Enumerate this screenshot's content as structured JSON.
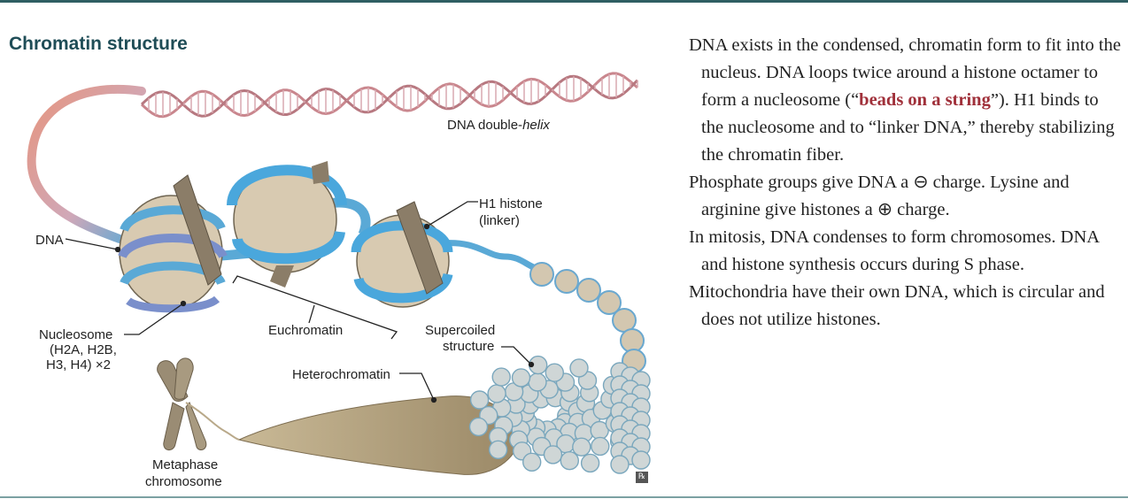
{
  "title": "Chromatin structure",
  "diagram": {
    "labels": {
      "dna_double_helix_prefix": "DNA double-",
      "dna_double_helix_suffix": "helix",
      "h1_histone_line1": "H1 histone",
      "h1_histone_line2": "(linker)",
      "dna": "DNA",
      "nucleosome_line1": "Nucleosome",
      "nucleosome_line2": "(H2A, H2B,",
      "nucleosome_line3": "H3, H4) ×2",
      "euchromatin": "Euchromatin",
      "supercoiled_line1": "Supercoiled",
      "supercoiled_line2": "structure",
      "heterochromatin": "Heterochromatin",
      "metaphase_line1": "Metaphase",
      "metaphase_line2": "chromosome"
    },
    "logo": "℞",
    "colors": {
      "dna_strand": "#c9868d",
      "dna_salmon": "#e6957f",
      "dna_blue": "#5aa9d6",
      "histone_core": "#d8cab1",
      "histone_h1": "#8b7d68",
      "heterochromatin": "#a89676",
      "title": "#1f4d57",
      "highlight": "#a0303a"
    }
  },
  "body": {
    "p1_before": "DNA exists in the condensed, chromatin form to fit into the nucleus. DNA loops twice around a histone octamer to form a nucleosome (“",
    "p1_highlight": "beads on a string",
    "p1_after": "”). H1 binds to the nucleosome and to “linker DNA,” thereby stabilizing the chromatin fiber.",
    "p2": "Phosphate groups give DNA a ⊖ charge. Lysine and arginine give histones a ⊕ charge.",
    "p3": "In mitosis, DNA condenses to form chromosomes. DNA and histone synthesis occurs during S phase.",
    "p4": "Mitochondria have their own DNA, which is circular and does not utilize histones."
  }
}
